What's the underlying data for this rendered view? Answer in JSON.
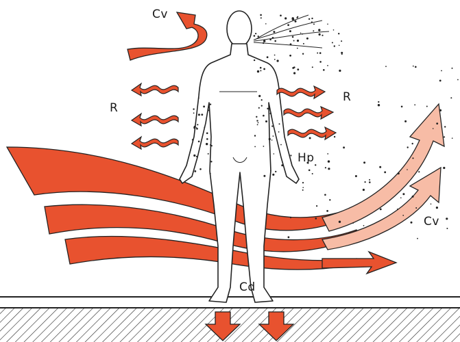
{
  "labels": {
    "convection_top": "Cv",
    "radiation_left": "R",
    "radiation_right": "R",
    "perspiration": "Hp",
    "convection_right": "Cv",
    "conduction": "Cd"
  },
  "colors": {
    "warm_flow": "#e8522f",
    "cool_flow": "#f7bca6",
    "outline": "#222222",
    "ground_hatch": "#333333"
  }
}
